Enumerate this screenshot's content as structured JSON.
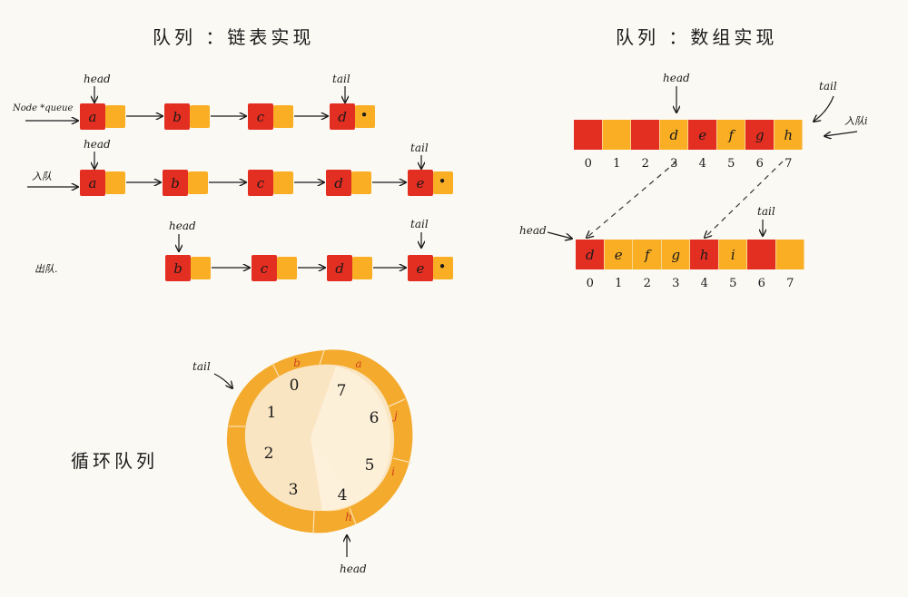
{
  "colors": {
    "red": "#e32e22",
    "orange": "#f9ae24",
    "ring": "#f4aa2c",
    "face": "#fae5c3"
  },
  "linked_list": {
    "title": "队列 ：链表实现",
    "var_label": "Node *queue",
    "enqueue_label": "入队",
    "dequeue_label": "出队.",
    "head": "head",
    "tail": "tail",
    "terminator": "•",
    "rows": [
      [
        "a",
        "b",
        "c",
        "d"
      ],
      [
        "a",
        "b",
        "c",
        "d",
        "e"
      ],
      [
        "b",
        "c",
        "d",
        "e"
      ]
    ]
  },
  "array": {
    "title": "队列 ：数组实现",
    "enqueue_label": "入队i",
    "head": "head",
    "tail": "tail",
    "before": [
      "",
      "",
      "",
      "d",
      "e",
      "f",
      "g",
      "h"
    ],
    "after": [
      "d",
      "e",
      "f",
      "g",
      "h",
      "i",
      "",
      ""
    ],
    "indices": [
      "0",
      "1",
      "2",
      "3",
      "4",
      "5",
      "6",
      "7"
    ]
  },
  "circular": {
    "title": "循环队列",
    "tail": "tail",
    "head": "head",
    "numbers": [
      "0",
      "7",
      "6",
      "5",
      "4",
      "3",
      "2",
      "1"
    ],
    "letters": [
      "b",
      "a",
      "j",
      "i",
      "h"
    ]
  }
}
